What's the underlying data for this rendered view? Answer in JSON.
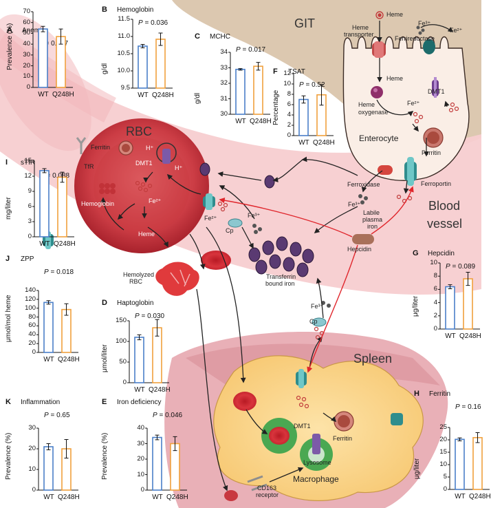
{
  "colors": {
    "wt": "#4a7fc8",
    "q248h": "#f0a03c",
    "blood": "#f6c9cd",
    "git": "#dcc7ae",
    "spleen": "#e8aeb5",
    "macrophage": "#fbd693"
  },
  "labels": {
    "git": "GIT",
    "blood_vessel_1": "Blood",
    "blood_vessel_2": "vessel",
    "spleen": "Spleen",
    "rbc": "RBC",
    "enterocyte": "Enterocyte",
    "macrophage": "Macrophage",
    "heme_transporter_1": "Heme",
    "heme_transporter_2": "transporter",
    "heme_top": "Heme",
    "heme_mid": "Heme",
    "fe3_top": "Fe³⁺",
    "fe2_top": "Fe²⁺",
    "ferrireductase": "Ferrireductase",
    "dmt1_enterocyte": "DMT1",
    "heme_oxygenase_1": "Heme",
    "heme_oxygenase_2": "oxygenase",
    "fe2_ent": "Fe²⁺",
    "ferritin_ent": "Ferritin",
    "ferroxidase": "Ferroxidase",
    "ferroportin": "Ferroportin",
    "fe3_labile": "Fe³⁺",
    "labile_1": "Labile",
    "labile_2": "plasma",
    "labile_3": "iron",
    "hepcidin": "Hepcidin",
    "tf_iron_1": "Transferrin",
    "tf_iron_2": "bound iron",
    "cp_1": "Cp",
    "cp_2": "Cp",
    "fe3_cp1": "Fe³⁺",
    "fe2_rbc_out": "Fe²⁺",
    "fe3_cp2": "Fe³⁺",
    "ferritin_rbc": "Ferritin",
    "dmt1_rbc": "DMT1",
    "h_plus_1": "H⁺",
    "h_plus_2": "H⁺",
    "tfr": "TfR",
    "hemoglobin_rbc": "Hemoglobin",
    "fe2_rbc": "Fe²⁺",
    "heme_rbc": "Heme",
    "hemolyzed_1": "Hemolyzed",
    "hemolyzed_2": "RBC",
    "dmt1_mac": "DMT1",
    "ferritin_mac": "Ferritin",
    "lysosome": "Lysosome",
    "cd163_1": "CD163",
    "cd163_2": "receptor"
  },
  "panels": {
    "A": {
      "letter": "A",
      "title": "Anemia",
      "pvalue": "0.037",
      "ylabel": "Prevalence (%)",
      "ticks": [
        "0",
        "10",
        "20",
        "30",
        "40",
        "50",
        "60",
        "70"
      ],
      "ymin": 0,
      "ymax": 70,
      "categories": [
        "WT",
        "Q248H"
      ],
      "values": [
        54,
        47
      ],
      "errors": [
        2.5,
        7
      ]
    },
    "B": {
      "letter": "B",
      "title": "Hemoglobin",
      "pvalue": "0.036",
      "ylabel": "g/dl",
      "ticks": [
        "9.5",
        "10.0",
        "10.5",
        "11.0",
        "11.5"
      ],
      "ymin": 9.5,
      "ymax": 11.5,
      "categories": [
        "WT",
        "Q248H"
      ],
      "values": [
        10.72,
        10.92
      ],
      "errors": [
        0.05,
        0.18
      ]
    },
    "C": {
      "letter": "C",
      "title": "MCHC",
      "pvalue": "0.017",
      "ylabel": "g/dl",
      "ticks": [
        "30",
        "31",
        "32",
        "33",
        "34"
      ],
      "ymin": 30,
      "ymax": 34,
      "categories": [
        "WT",
        "Q248H"
      ],
      "values": [
        32.9,
        33.1
      ],
      "errors": [
        0.05,
        0.25
      ]
    },
    "F": {
      "letter": "F",
      "title": "TSAT",
      "pvalue": "0.52",
      "ylabel": "Percentage",
      "ticks": [
        "0",
        "2",
        "4",
        "6",
        "8",
        "10",
        "12"
      ],
      "ymin": 0,
      "ymax": 12,
      "categories": [
        "WT",
        "Q248H"
      ],
      "values": [
        7.0,
        7.9
      ],
      "errors": [
        0.7,
        2.0
      ]
    },
    "I": {
      "letter": "I",
      "title": "sTfR",
      "pvalue": "0.088",
      "ylabel": "mg/liter",
      "ticks": [
        "0",
        "3",
        "6",
        "9",
        "12",
        "15"
      ],
      "ymin": 0,
      "ymax": 15,
      "categories": [
        "WT",
        "Q248H"
      ],
      "values": [
        13.1,
        11.8
      ],
      "errors": [
        0.4,
        1.0
      ]
    },
    "J": {
      "letter": "J",
      "title": "ZPP",
      "pvalue": "0.018",
      "ylabel": "μmol/mol heme",
      "ticks": [
        "0",
        "20",
        "40",
        "60",
        "80",
        "100",
        "120",
        "140"
      ],
      "ymin": 0,
      "ymax": 140,
      "categories": [
        "WT",
        "Q248H"
      ],
      "values": [
        113,
        97
      ],
      "errors": [
        4,
        13
      ]
    },
    "D": {
      "letter": "D",
      "title": "Haptoglobin",
      "pvalue": "0.030",
      "ylabel": "μmol/liter",
      "ticks": [
        "0",
        "50",
        "100",
        "150"
      ],
      "ymin": 0,
      "ymax": 150,
      "categories": [
        "WT",
        "Q248H"
      ],
      "values": [
        110,
        133
      ],
      "errors": [
        6,
        20
      ]
    },
    "G": {
      "letter": "G",
      "title": "Hepcidin",
      "pvalue": "0.089",
      "ylabel": "μg/liter",
      "ticks": [
        "0",
        "2",
        "4",
        "6",
        "8",
        "10"
      ],
      "ymin": 0,
      "ymax": 10,
      "categories": [
        "WT",
        "Q248H"
      ],
      "values": [
        6.4,
        7.6
      ],
      "errors": [
        0.3,
        1.0
      ]
    },
    "K": {
      "letter": "K",
      "title": "Inflammation",
      "pvalue": "0.65",
      "ylabel": "Prevalence (%)",
      "ticks": [
        "0",
        "10",
        "20",
        "30"
      ],
      "ymin": 0,
      "ymax": 30,
      "categories": [
        "WT",
        "Q248H"
      ],
      "values": [
        21,
        20
      ],
      "errors": [
        1.5,
        4.5
      ]
    },
    "E": {
      "letter": "E",
      "title": "Iron deficiency",
      "pvalue": "0.046",
      "ylabel": "Prevalence (%)",
      "ticks": [
        "0",
        "10",
        "20",
        "30",
        "40"
      ],
      "ymin": 0,
      "ymax": 40,
      "categories": [
        "WT",
        "Q248H"
      ],
      "values": [
        34,
        30
      ],
      "errors": [
        1.5,
        4.5
      ]
    },
    "H": {
      "letter": "H",
      "title": "Ferritin",
      "pvalue": "0.16",
      "ylabel": "μg/liter",
      "ticks": [
        "0",
        "5",
        "10",
        "15",
        "20",
        "25"
      ],
      "ymin": 0,
      "ymax": 25,
      "categories": [
        "WT",
        "Q248H"
      ],
      "values": [
        20.2,
        20.9
      ],
      "errors": [
        0.6,
        2.0
      ]
    }
  }
}
